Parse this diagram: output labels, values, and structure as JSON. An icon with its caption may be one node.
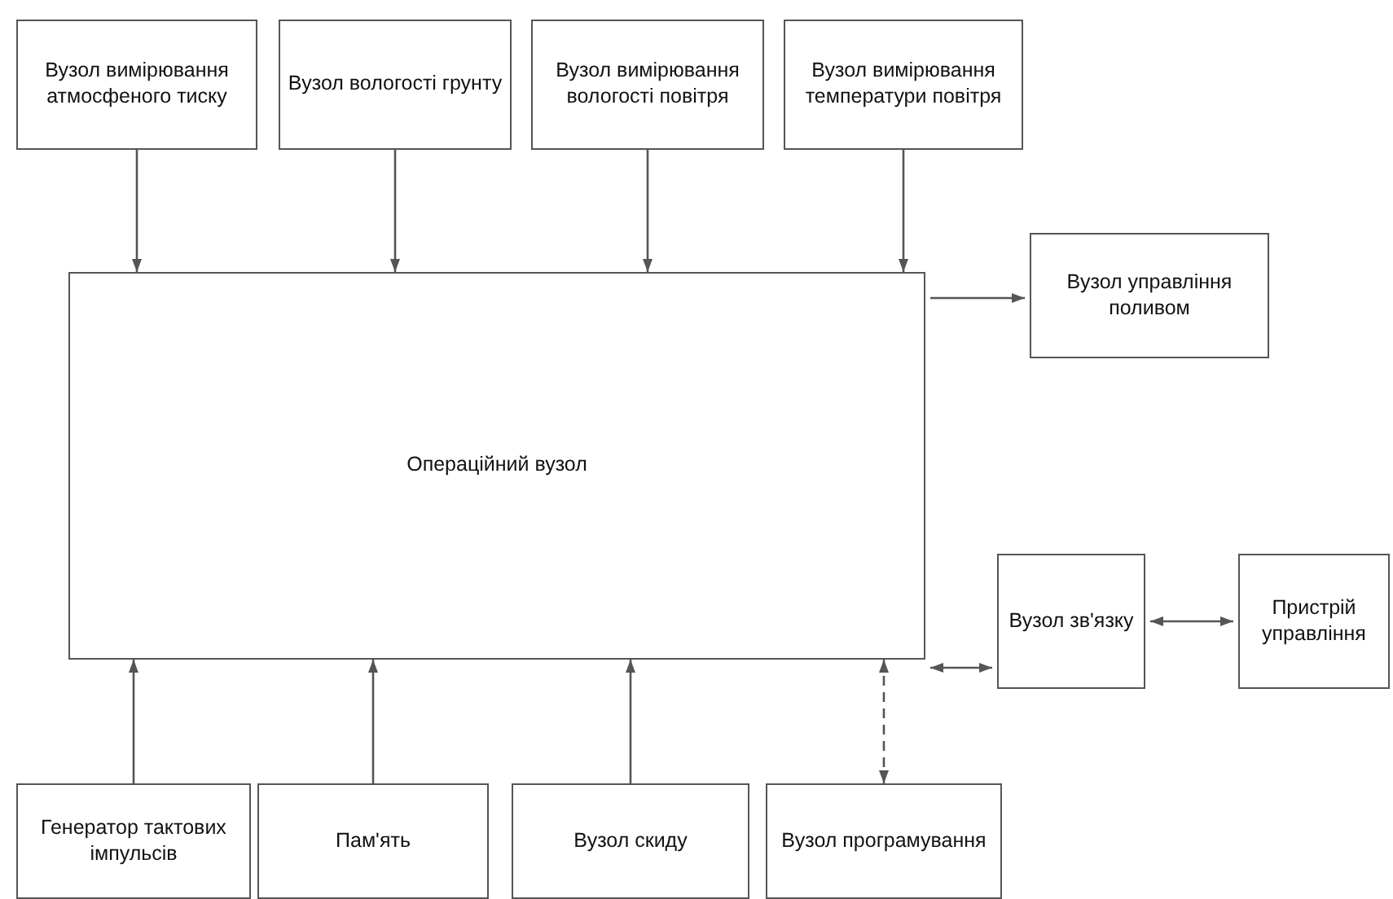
{
  "diagram": {
    "nodes": [
      {
        "text": [
          "Вузол вимірювання атмосфеного тиску"
        ]
      },
      {
        "text": [
          "Вузол вологості грунту"
        ]
      },
      {
        "text": [
          "Вузол вимірювання вологості повітря"
        ]
      },
      {
        "text": [
          "Вузол вимірювання температури повітря"
        ]
      },
      {
        "text": [
          "Операційний вузол"
        ]
      },
      {
        "text": [
          "Вузол управління поливом"
        ]
      },
      {
        "text": [
          "Вузол зв'язку"
        ]
      },
      {
        "text": [
          "Пристрій управління"
        ]
      },
      {
        "text": [
          "Генератор тактових імпульсів"
        ]
      },
      {
        "text": [
          "Пам'ять"
        ]
      },
      {
        "text": [
          "Вузол скиду"
        ]
      },
      {
        "text": [
          "Вузол програмування"
        ]
      }
    ],
    "edges": [
      {
        "from": 0,
        "to": 4,
        "arrow": "to"
      },
      {
        "from": 1,
        "to": 4,
        "arrow": "to"
      },
      {
        "from": 2,
        "to": 4,
        "arrow": "to"
      },
      {
        "from": 3,
        "to": 4,
        "arrow": "to"
      },
      {
        "from": 4,
        "to": 5,
        "arrow": "to"
      },
      {
        "from": 4,
        "to": 6,
        "arrow": "both"
      },
      {
        "from": 6,
        "to": 7,
        "arrow": "both"
      },
      {
        "from": 8,
        "to": 4,
        "arrow": "to"
      },
      {
        "from": 9,
        "to": 4,
        "arrow": "to"
      },
      {
        "from": 10,
        "to": 4,
        "arrow": "to"
      },
      {
        "from": 11,
        "to": 4,
        "arrow": "both",
        "style": "dashed"
      }
    ]
  }
}
